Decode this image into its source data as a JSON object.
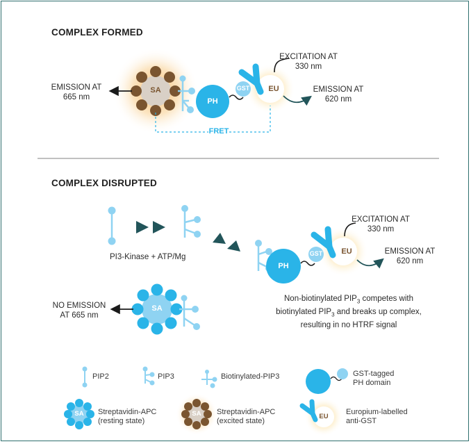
{
  "section1": {
    "title": "COMPLEX FORMED",
    "emission_665": [
      "EMISSION AT",
      "665 nm"
    ],
    "excitation": [
      "EXCITATION AT",
      "330 nm"
    ],
    "emission_620": [
      "EMISSION AT",
      "620 nm"
    ],
    "fret": "FRET",
    "sa": "SA",
    "ph": "PH",
    "gst": "GST",
    "eu": "EU"
  },
  "section2": {
    "title": "COMPLEX DISRUPTED",
    "reaction": "PI3-Kinase + ATP/Mg",
    "excitation": [
      "EXCITATION AT",
      "330 nm"
    ],
    "emission_620": [
      "EMISSION AT",
      "620 nm"
    ],
    "no_emission": [
      "NO EMISSION",
      "AT 665 nm"
    ],
    "competes": [
      "Non-biotinylated PIP",
      "3",
      " competes with",
      "biotinylated PIP",
      "3",
      " and breaks up complex,",
      "resulting in no HTRF signal"
    ],
    "sa": "SA",
    "ph": "PH",
    "gst": "GST",
    "eu": "EU"
  },
  "legend": {
    "pip2": "PIP2",
    "pip3": "PIP3",
    "bio_pip3": "Biotinylated-PIP3",
    "gst_ph": [
      "GST-tagged",
      "PH domain"
    ],
    "sa_rest": [
      "Streptavidin-APC",
      "(resting state)"
    ],
    "sa_exc": [
      "Streptavidin-APC",
      "(excited state)"
    ],
    "eu_ab": [
      "Europium-labelled",
      "anti-GST"
    ],
    "sa": "SA",
    "eu": "EU"
  },
  "colors": {
    "frame": "#2f6f6e",
    "cyan": "#2ab4e8",
    "light_cyan": "#8fd3f2",
    "brown": "#7a5530",
    "dark_teal": "#22555a",
    "glow": "#f7c77f"
  }
}
